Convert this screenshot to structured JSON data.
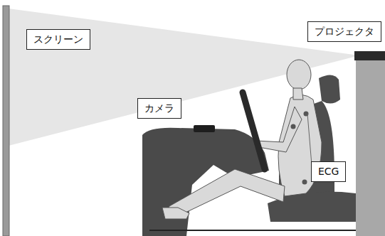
{
  "diagram": {
    "nodes": [
      {
        "text": [
          "スクリーン"
        ]
      },
      {
        "text": [
          "プロジェクタ"
        ]
      },
      {
        "text": [
          "カメラ"
        ]
      },
      {
        "text": [
          "ECG"
        ]
      }
    ]
  }
}
